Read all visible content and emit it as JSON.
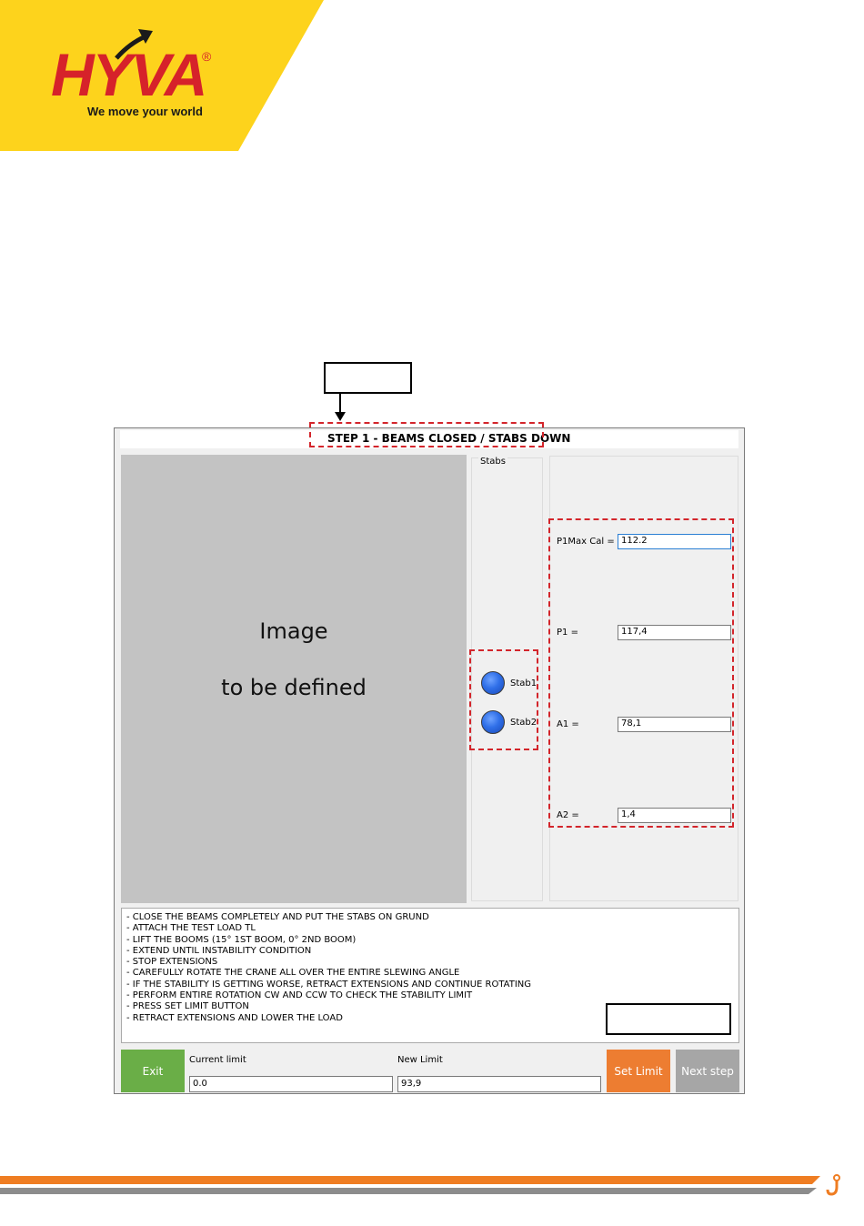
{
  "logo": {
    "brand": "HYVA",
    "registered": "®",
    "tagline": "We move your world"
  },
  "window": {
    "title": "STEP 1 - BEAMS CLOSED / STABS DOWN",
    "image_placeholder": {
      "line1": "Image",
      "line2": "to be defined"
    }
  },
  "stabs": {
    "group_label": "Stabs",
    "items": [
      {
        "label": "Stab1"
      },
      {
        "label": "Stab2"
      }
    ]
  },
  "params": [
    {
      "label": "P1Max Cal =",
      "value": "112.2"
    },
    {
      "label": "P1 =",
      "value": "117,4"
    },
    {
      "label": "A1 =",
      "value": "78,1"
    },
    {
      "label": "A2 =",
      "value": "1,4"
    }
  ],
  "instructions": [
    "- CLOSE THE BEAMS COMPLETELY AND PUT THE STABS ON GRUND",
    "- ATTACH THE TEST LOAD TL",
    "- LIFT THE BOOMS (15° 1ST BOOM, 0° 2ND BOOM)",
    "- EXTEND UNTIL INSTABILITY CONDITION",
    "- STOP EXTENSIONS",
    "- CAREFULLY ROTATE THE CRANE ALL OVER THE ENTIRE SLEWING ANGLE",
    "- IF THE STABILITY IS GETTING WORSE, RETRACT EXTENSIONS AND CONTINUE ROTATING",
    "- PERFORM ENTIRE ROTATION CW AND CCW TO CHECK THE STABILITY LIMIT",
    "- PRESS SET LIMIT BUTTON",
    "- RETRACT EXTENSIONS AND LOWER THE LOAD"
  ],
  "bottom": {
    "exit_label": "Exit",
    "current_limit_label": "Current limit",
    "current_limit_value": "0.0",
    "new_limit_label": "New Limit",
    "new_limit_value": "93,9",
    "set_limit_label": "Set Limit",
    "next_step_label": "Next step"
  },
  "colors": {
    "brand_yellow": "#fdd31c",
    "brand_red": "#d6222a",
    "footer_orange": "#ef7d22",
    "footer_grey": "#8c8c8c",
    "exit_green": "#6aae47",
    "set_limit_orange": "#ed7d31",
    "next_step_grey": "#a6a6a6",
    "callout_red": "#d3252b",
    "led_blue": "#2f6fe8"
  },
  "icons": {
    "logo_arrow": "up-right-arrow-icon",
    "footer_hook": "crane-hook-icon"
  }
}
